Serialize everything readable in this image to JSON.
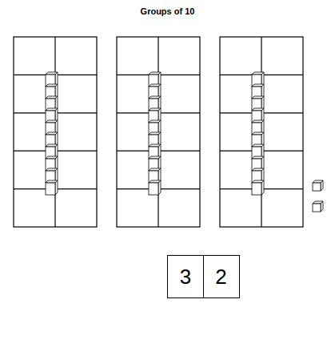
{
  "diagram": {
    "title": "Groups of 10",
    "nodes": [
      {
        "text": [
          "3"
        ]
      },
      {
        "text": [
          "2"
        ]
      }
    ]
  }
}
